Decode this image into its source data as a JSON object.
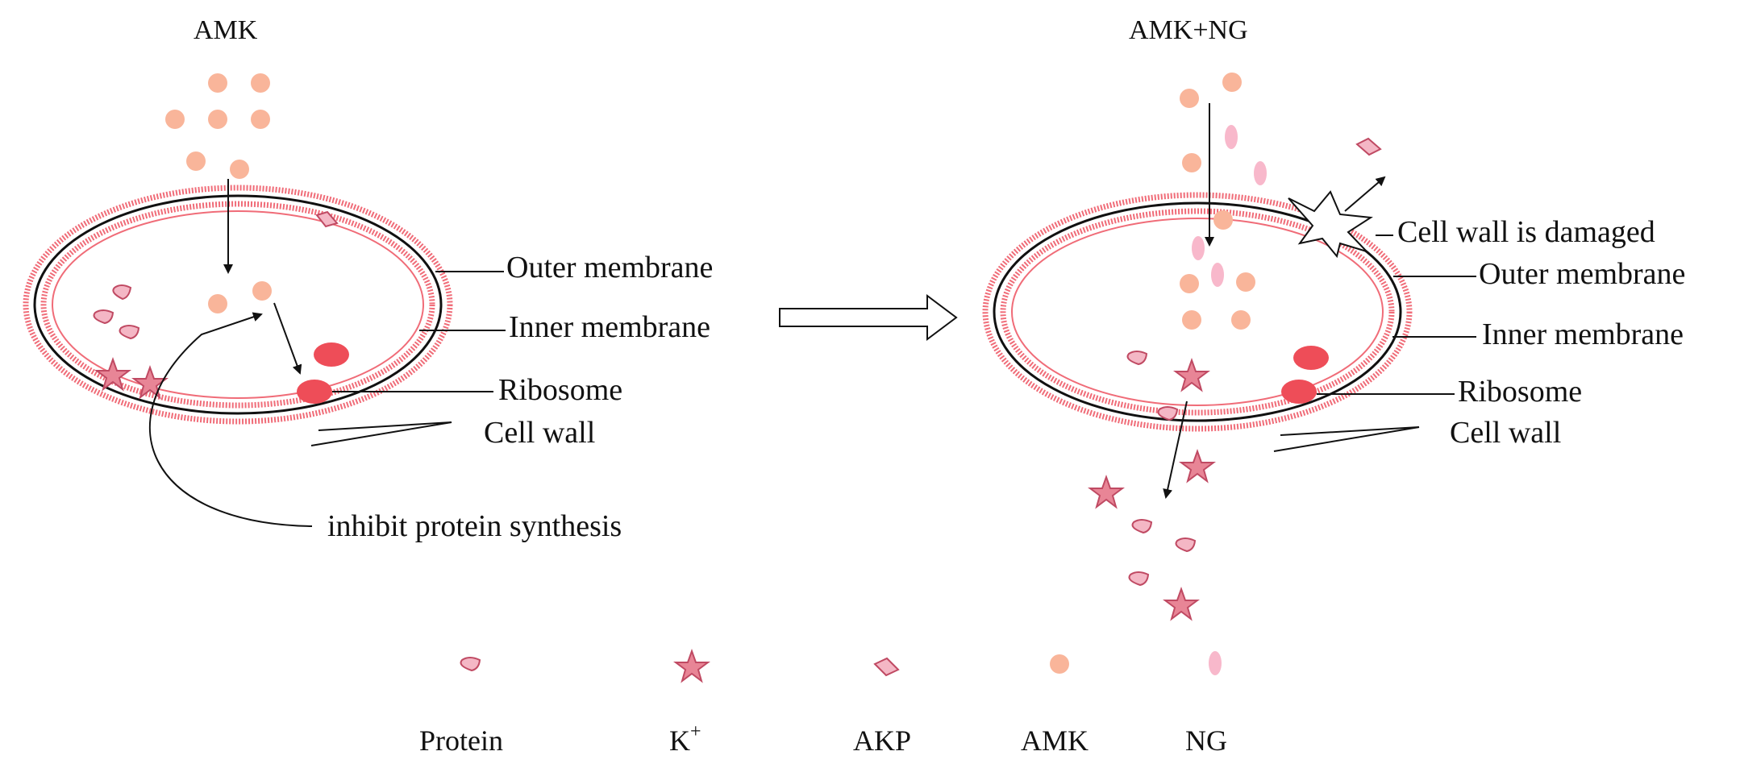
{
  "left_panel": {
    "title": "AMK",
    "labels": {
      "outer_membrane": "Outer membrane",
      "inner_membrane": "Inner membrane",
      "ribosome": "Ribosome",
      "cell_wall": "Cell wall",
      "inhibit": "inhibit protein synthesis"
    }
  },
  "right_panel": {
    "title": "AMK+NG",
    "labels": {
      "damaged": "Cell wall is damaged",
      "outer_membrane": "Outer membrane",
      "inner_membrane": "Inner membrane",
      "ribosome": "Ribosome",
      "cell_wall": "Cell wall"
    }
  },
  "legend": {
    "protein": "Protein",
    "k_base": "K",
    "k_sup": "+",
    "akp": "AKP",
    "amk": "AMK",
    "ng": "NG"
  },
  "colors": {
    "wall_pink": "#f06c78",
    "amk_peach": "#f9b59a",
    "ribosome_red": "#ee4d58",
    "protein_fill": "#f4b7c5",
    "star_fill": "#e88596",
    "ng_fill": "#f8b8cb",
    "outline_pink": "#c04a63"
  }
}
